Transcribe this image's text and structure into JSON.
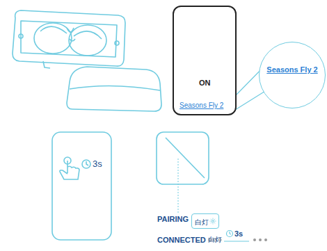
{
  "diagram": {
    "nodes": [
      {
        "text": [
          "ON",
          "Seasons Fly 2"
        ]
      },
      {
        "text": [
          "Seasons Fly 2"
        ]
      },
      {
        "text": [
          "白灯"
        ]
      }
    ],
    "labels": [
      "3s",
      "PAIRING",
      "CONNECTED",
      "白灯",
      "3s"
    ]
  }
}
